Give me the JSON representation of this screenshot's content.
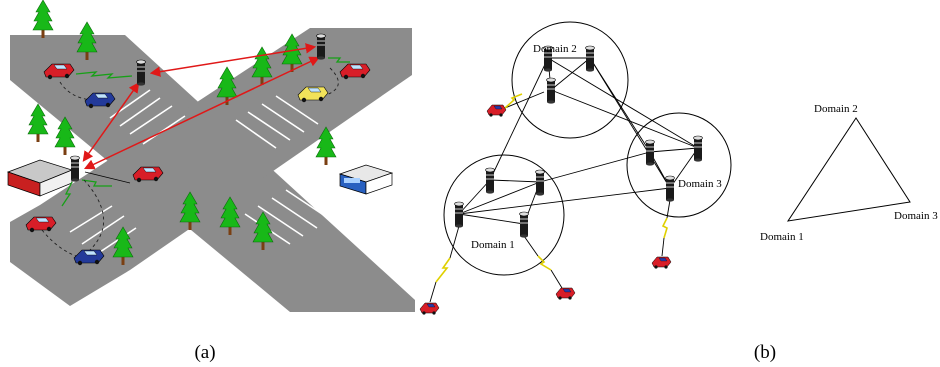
{
  "panels": {
    "a": {
      "caption": "(a)"
    },
    "b": {
      "caption": "(b)",
      "domains": [
        {
          "id": "d1",
          "label": "Domain 1"
        },
        {
          "id": "d2",
          "label": "Domain 2"
        },
        {
          "id": "d3",
          "label": "Domain 3"
        }
      ],
      "abstract_graph": [
        {
          "id": "t2",
          "label": "Domain 2"
        },
        {
          "id": "t1",
          "label": "Domain 1"
        },
        {
          "id": "t3",
          "label": "Domain 3"
        }
      ]
    }
  },
  "colors": {
    "road": "#8c8c8c",
    "lane_marking": "#ffffff",
    "tree_green": "#18b818",
    "tree_trunk": "#7a3f12",
    "link_red": "#e01818",
    "wireless_green": "#17a017",
    "wireless_yellow": "#e0d000",
    "car_red": "#d81e28",
    "car_blue": "#233a9a",
    "car_yellow": "#f2e25a"
  }
}
